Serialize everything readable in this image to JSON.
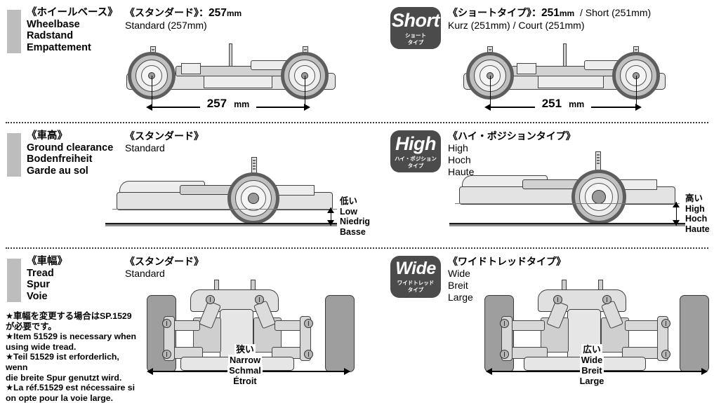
{
  "colors": {
    "accent_bar": "#bdbdbd",
    "badge_bg": "#4b4b4b",
    "tire": "#9e9e9e",
    "ground": "#1a1a1a"
  },
  "sections": [
    {
      "id": "wheelbase",
      "category": {
        "jp": "《ホイールベース》",
        "lines": [
          "Wheelbase",
          "Radstand",
          "Empattement"
        ]
      },
      "left": {
        "title_jp": "《スタンダード》",
        "title_value": "257",
        "title_unit": "mm",
        "title_sub": "Standard (257mm)",
        "dimension": {
          "value": "257",
          "unit": "mm"
        }
      },
      "right": {
        "badge": {
          "main": "Short",
          "sub1": "ショート",
          "sub2": "タイプ"
        },
        "title_jp": "《ショートタイプ》",
        "title_value": "251",
        "title_unit": "mm",
        "title_tail": "/  Short (251mm)",
        "title_sub": "Kurz (251mm)  /  Court (251mm)",
        "dimension": {
          "value": "251",
          "unit": "mm"
        }
      }
    },
    {
      "id": "ground-clearance",
      "category": {
        "jp": "《車高》",
        "lines": [
          "Ground clearance",
          "Bodenfreiheit",
          "Garde au sol"
        ]
      },
      "left": {
        "title_jp": "《スタンダード》",
        "title_sub": "Standard",
        "callout": {
          "jp": "低い",
          "lines": [
            "Low",
            "Niedrig",
            "Basse"
          ]
        }
      },
      "right": {
        "badge": {
          "main": "High",
          "sub1": "ハイ・ポジション",
          "sub2": "タイプ"
        },
        "title_jp": "《ハイ・ポジションタイプ》",
        "title_lines": [
          "High",
          "Hoch",
          "Haute"
        ],
        "callout": {
          "jp": "高い",
          "lines": [
            "High",
            "Hoch",
            "Haute"
          ]
        }
      }
    },
    {
      "id": "tread",
      "category": {
        "jp": "《車幅》",
        "lines": [
          "Tread",
          "Spur",
          "Voie"
        ]
      },
      "notes": [
        "★車幅を変更する場合はSP.1529",
        "が必要です。",
        "★Item 51529 is necessary when",
        "using wide tread.",
        "★Teil 51529 ist erforderlich, wenn",
        "die breite Spur genutzt wird.",
        "★La réf.51529 est nécessaire si",
        "on opte pour la voie large."
      ],
      "left": {
        "title_jp": "《スタンダード》",
        "title_sub": "Standard",
        "callout": {
          "jp": "狭い",
          "lines": [
            "Narrow",
            "Schmal",
            "Étroit"
          ]
        }
      },
      "right": {
        "badge": {
          "main": "Wide",
          "sub1": "ワイドトレッド",
          "sub2": "タイプ"
        },
        "title_jp": "《ワイドトレッドタイプ》",
        "title_lines": [
          "Wide",
          "Breit",
          "Large"
        ],
        "callout": {
          "jp": "広い",
          "lines": [
            "Wide",
            "Breit",
            "Large"
          ]
        }
      }
    }
  ]
}
